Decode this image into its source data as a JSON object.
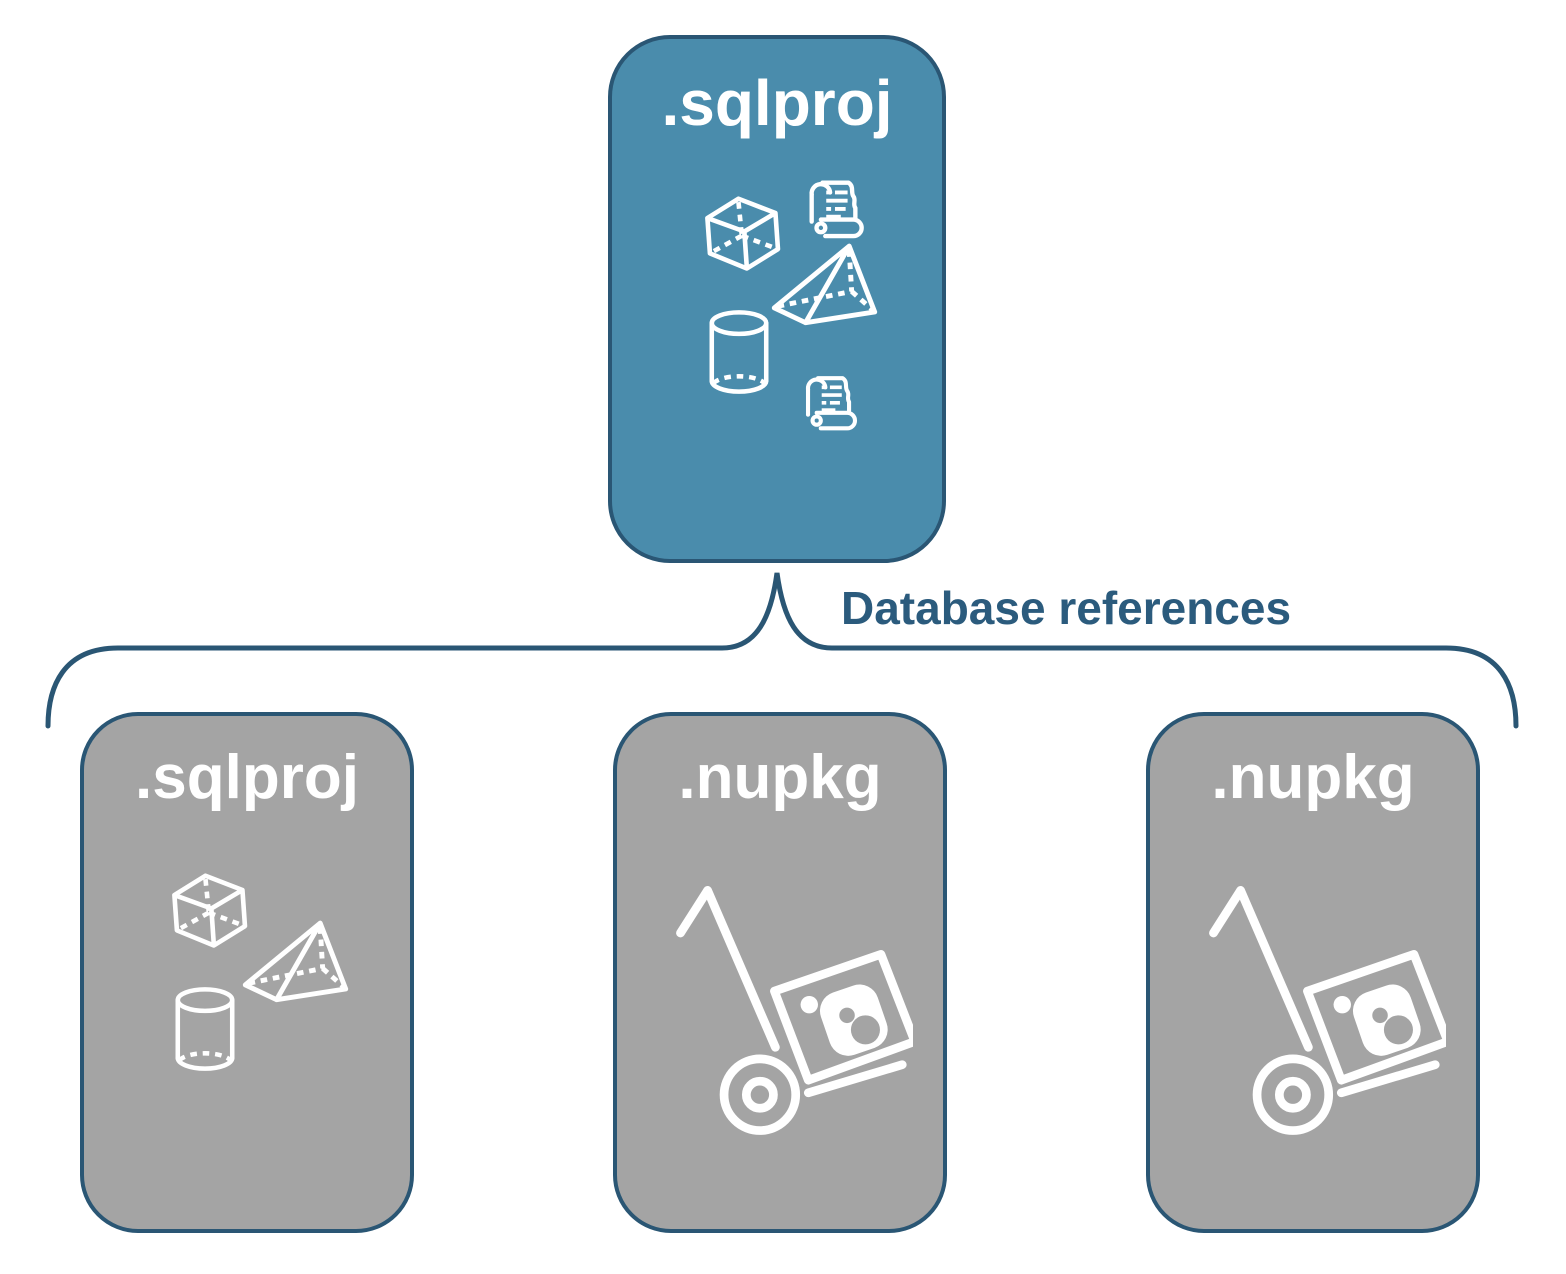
{
  "diagram": {
    "cards": [
      {
        "id": "root",
        "label": ".sqlproj",
        "role": "sql-project",
        "fill": "#4A8CAC",
        "icons": [
          "cube-icon",
          "script-scroll-icon",
          "pyramid-icon",
          "cylinder-icon",
          "script-scroll-icon"
        ]
      },
      {
        "id": "child-sqlproj",
        "label": ".sqlproj",
        "role": "referenced-sql-project",
        "fill": "#A4A4A4",
        "icons": [
          "cube-icon",
          "pyramid-icon",
          "cylinder-icon"
        ]
      },
      {
        "id": "child-nupkg-1",
        "label": ".nupkg",
        "role": "referenced-nuget-package",
        "fill": "#A4A4A4",
        "icons": [
          "package-dolly-icon"
        ]
      },
      {
        "id": "child-nupkg-2",
        "label": ".nupkg",
        "role": "referenced-nuget-package",
        "fill": "#A4A4A4",
        "icons": [
          "package-dolly-icon"
        ]
      }
    ],
    "connector": {
      "label": "Database references",
      "shape": "brace-fanout"
    },
    "colors": {
      "root_fill": "#4A8CAC",
      "child_fill": "#A4A4A4",
      "outline": "#2A5674",
      "label_text": "#2B5B7D",
      "icon_and_title": "#FFFFFF",
      "background": "#FFFFFF"
    }
  }
}
